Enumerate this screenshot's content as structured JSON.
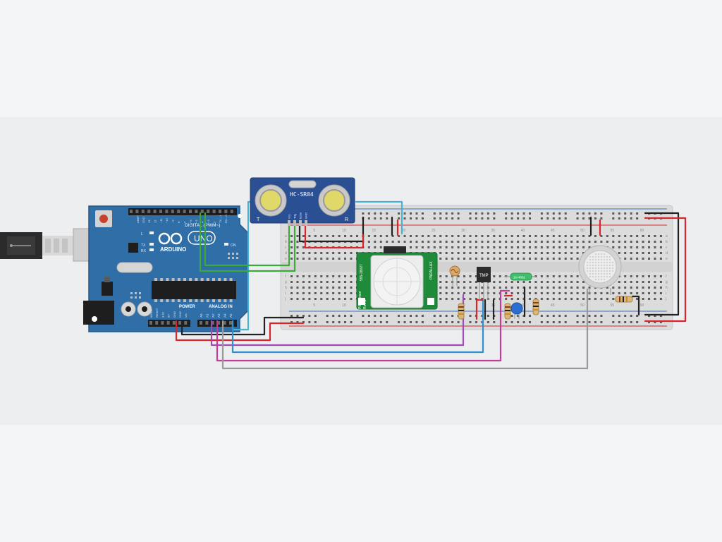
{
  "colors": {
    "page_bg": "#f4f5f6",
    "canvas_bg": "#eceef0",
    "arduino_blue": "#2f6ea6",
    "breadboard": "#dcdcdc",
    "wire_red": "#d9262c",
    "wire_black": "#222222",
    "wire_green": "#3aaa3a",
    "wire_cyan": "#4ab3d4",
    "wire_blue": "#2d93d0",
    "wire_purple": "#a04cb4",
    "wire_magenta": "#c43c9a",
    "wire_gray": "#9a9a9a",
    "pir_green": "#1f8a3a",
    "sensor_blue": "#2a4f93"
  },
  "arduino": {
    "logo": "ARDUINO",
    "model": "UNO",
    "digital_label": "DIGITAL (PWM~)",
    "power_label": "POWER",
    "analog_label": "ANALOG IN",
    "on_label": "ON",
    "tx_label": "TX",
    "rx_label": "RX",
    "l_label": "L",
    "aref_label": "AREF",
    "gnd_label": "GND",
    "digital_pins": [
      "13",
      "12",
      "~11",
      "~10",
      "~9",
      "8",
      "7",
      "~6",
      "~5",
      "4",
      "~3",
      "2",
      "TX→1",
      "RX←0"
    ],
    "power_pins": [
      "IOREF",
      "RESET",
      "3.3V",
      "5V",
      "GND",
      "GND",
      "Vin"
    ],
    "analog_pins": [
      "A0",
      "A1",
      "A2",
      "A3",
      "A4",
      "A5"
    ]
  },
  "ultrasonic": {
    "label": "HC-SR04",
    "t_label": "T",
    "r_label": "R",
    "pins": [
      "Vcc",
      "Trig",
      "Echo",
      "GND"
    ]
  },
  "pir": {
    "left_text": "555-28027",
    "left_text2": "PIR Sensor",
    "left_text3": "Rev B",
    "right_text": "PARALLAX"
  },
  "thermistor": {
    "label": "TMP"
  },
  "diode": {
    "label": "1N 4001"
  },
  "breadboard": {
    "row_letters_top": [
      "a",
      "b",
      "c",
      "d",
      "e"
    ],
    "row_letters_bottom": [
      "f",
      "g",
      "h",
      "i",
      "j"
    ],
    "column_numbers": [
      "5",
      "10",
      "15",
      "20",
      "25",
      "30",
      "35",
      "40",
      "45",
      "50",
      "55",
      "60"
    ]
  }
}
